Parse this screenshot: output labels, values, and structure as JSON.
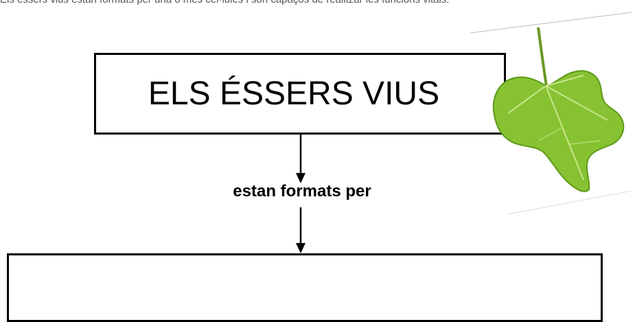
{
  "top_text": "Els éssers vius estan formats per una o més cèl·lules i són capaços de realitzar les funcions vitals.",
  "diagram": {
    "title": "ELS ÉSSERS VIUS",
    "connector_label": "estan formats per",
    "bottom_box_text": ""
  },
  "image": {
    "subject": "leaf",
    "color": "#7fbf2a"
  }
}
